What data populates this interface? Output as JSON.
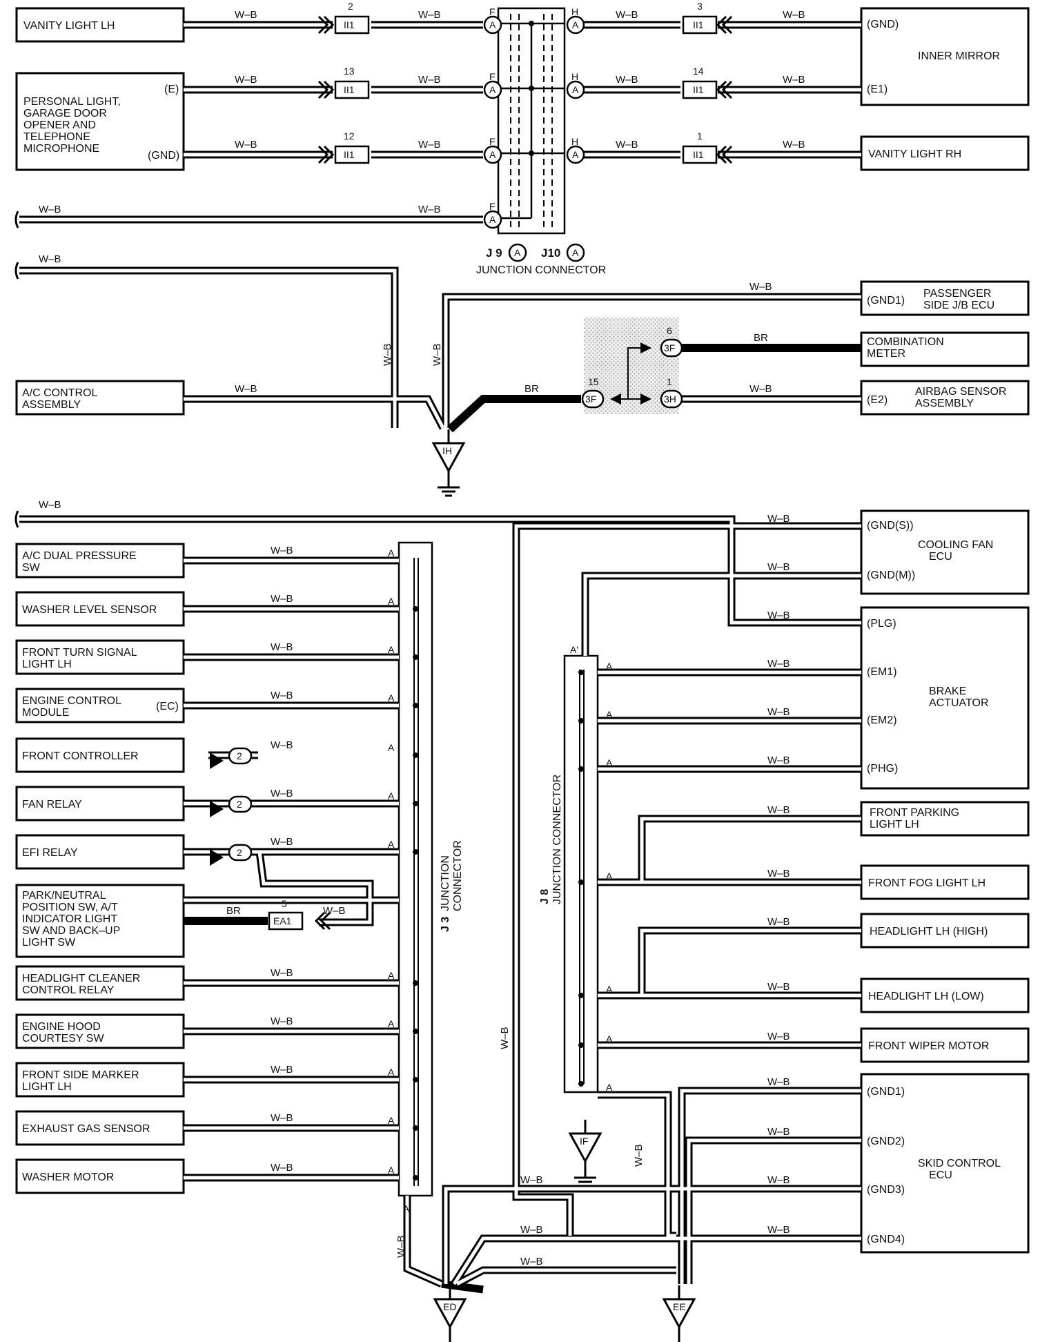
{
  "wire_colors": {
    "wb": "W–B",
    "br": "BR"
  },
  "pin_letters": {
    "a": "A",
    "f": "F",
    "h": "H",
    "a_prime": "A'"
  },
  "splices": {
    "ii1": "II1",
    "ea1": "EA1",
    "3f": "3F",
    "3h": "3H",
    "conn2": "2"
  },
  "pin_numbers": {
    "n2": "2",
    "n13": "13",
    "n12": "12",
    "n3": "3",
    "n14": "14",
    "n1": "1",
    "n6": "6",
    "n15": "15",
    "n1b": "1",
    "n5": "5"
  },
  "grounds": {
    "ih": "IH",
    "if": "IF",
    "ed": "ED",
    "ee": "EE"
  },
  "junctions": {
    "j9_j10_prefix_a": "J 9",
    "j9_j10_prefix_b": "J10",
    "j9_j10_desc": "JUNCTION CONNECTOR",
    "j3_id": "J 3",
    "j3_desc_1": "JUNCTION",
    "j3_desc_2": "CONNECTOR",
    "j8_id": "J 8",
    "j8_desc": "JUNCTION CONNECTOR"
  },
  "components": {
    "vanity_lh": "VANITY LIGHT LH",
    "personal_1": "PERSONAL LIGHT,",
    "personal_2": "GARAGE DOOR",
    "personal_3": "OPENER AND",
    "personal_4": "TELEPHONE",
    "personal_5": "MICROPHONE",
    "personal_pin_e": "(E)",
    "personal_pin_gnd": "(GND)",
    "inner_mirror": "INNER MIRROR",
    "inner_mirror_pin_gnd": "(GND)",
    "inner_mirror_pin_e1": "(E1)",
    "vanity_rh": "VANITY LIGHT RH",
    "passenger_pin": "(GND1)",
    "passenger_1": "PASSENGER",
    "passenger_2": "SIDE J/B ECU",
    "combination_1": "COMBINATION",
    "combination_2": "METER",
    "airbag_pin": "(E2)",
    "airbag_1": "AIRBAG SENSOR",
    "airbag_2": "ASSEMBLY",
    "ac_control_1": "A/C CONTROL",
    "ac_control_2": "ASSEMBLY",
    "ac_dual_1": "A/C DUAL PRESSURE",
    "ac_dual_2": "SW",
    "washer_level": "WASHER LEVEL SENSOR",
    "front_turn_1": "FRONT TURN SIGNAL",
    "front_turn_2": "LIGHT LH",
    "ecm_1": "ENGINE CONTROL",
    "ecm_2": "MODULE",
    "ecm_pin": "(EC)",
    "front_controller": "FRONT CONTROLLER",
    "fan_relay": "FAN RELAY",
    "efi_relay": "EFI RELAY",
    "park_1": "PARK/NEUTRAL",
    "park_2": "POSITION SW, A/T",
    "park_3": "INDICATOR LIGHT",
    "park_4": "SW AND BACK–UP",
    "park_5": "LIGHT SW",
    "hl_cleaner_1": "HEADLIGHT CLEANER",
    "hl_cleaner_2": "CONTROL RELAY",
    "hood_1": "ENGINE HOOD",
    "hood_2": "COURTESY SW",
    "side_marker_1": "FRONT SIDE MARKER",
    "side_marker_2": "LIGHT LH",
    "exhaust": "EXHAUST GAS SENSOR",
    "washer_motor": "WASHER MOTOR",
    "cooling_pin_s": "(GND(S))",
    "cooling_pin_m": "(GND(M))",
    "cooling_1": "COOLING FAN",
    "cooling_2": "ECU",
    "brake_pin_plg": "(PLG)",
    "brake_pin_em1": "(EM1)",
    "brake_pin_em2": "(EM2)",
    "brake_pin_phg": "(PHG)",
    "brake_1": "BRAKE",
    "brake_2": "ACTUATOR",
    "parking_1": "FRONT PARKING",
    "parking_2": "LIGHT LH",
    "fog": "FRONT FOG LIGHT LH",
    "hl_high": "HEADLIGHT LH (HIGH)",
    "hl_low": "HEADLIGHT LH (LOW)",
    "wiper": "FRONT WIPER MOTOR",
    "skid_pin_1": "(GND1)",
    "skid_pin_2": "(GND2)",
    "skid_pin_3": "(GND3)",
    "skid_pin_4": "(GND4)",
    "skid_1": "SKID CONTROL",
    "skid_2": "ECU"
  }
}
